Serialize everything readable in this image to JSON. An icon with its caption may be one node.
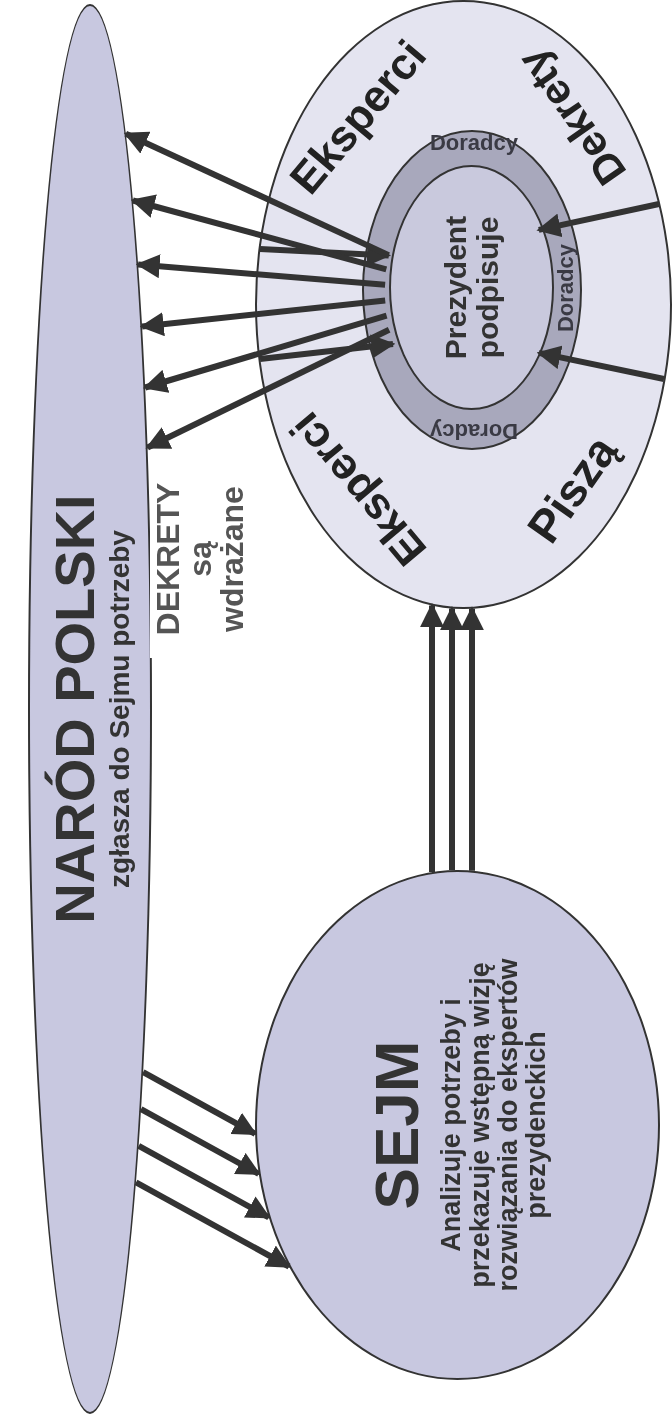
{
  "diagram": {
    "nodes": [
      {
        "text": [
          "NARÓD POLSKI",
          "zgłasza do Sejmu potrzeby"
        ]
      },
      {
        "text": [
          "SEJM",
          "Analizuje potrzeby i przekazuje wstępną wizję rozwiązania do ekspertów prezydenckich"
        ]
      },
      {
        "text": [
          "Eksperci",
          "Eksperci",
          "Piszą",
          "Dekrety"
        ]
      },
      {
        "text": [
          "Doradcy",
          "Doradcy",
          "Doradcy"
        ],
        "in": 2
      },
      {
        "text": [
          "Prezydent podpisuje"
        ],
        "in": 3
      }
    ],
    "edges": [
      {
        "from": 0,
        "to": 1,
        "arrow": "to"
      },
      {
        "from": 0,
        "to": 1,
        "arrow": "to"
      },
      {
        "from": 0,
        "to": 1,
        "arrow": "to"
      },
      {
        "from": 0,
        "to": 1,
        "arrow": "to"
      },
      {
        "from": 1,
        "to": 2,
        "arrow": "to"
      },
      {
        "from": 1,
        "to": 2,
        "arrow": "to"
      },
      {
        "from": 1,
        "to": 2,
        "arrow": "to"
      },
      {
        "from": 2,
        "to": 4,
        "arrow": "to"
      },
      {
        "from": 2,
        "to": 4,
        "arrow": "to"
      },
      {
        "from": 2,
        "to": 4,
        "arrow": "to"
      },
      {
        "from": 2,
        "to": 4,
        "arrow": "to"
      },
      {
        "from": 4,
        "to": 0,
        "arrow": "to",
        "label": "DEKRETY są wdrażane"
      },
      {
        "from": 4,
        "to": 0,
        "arrow": "to"
      },
      {
        "from": 4,
        "to": 0,
        "arrow": "to"
      },
      {
        "from": 4,
        "to": 0,
        "arrow": "to"
      },
      {
        "from": 4,
        "to": 0,
        "arrow": "to"
      },
      {
        "from": 4,
        "to": 0,
        "arrow": "to"
      }
    ]
  }
}
